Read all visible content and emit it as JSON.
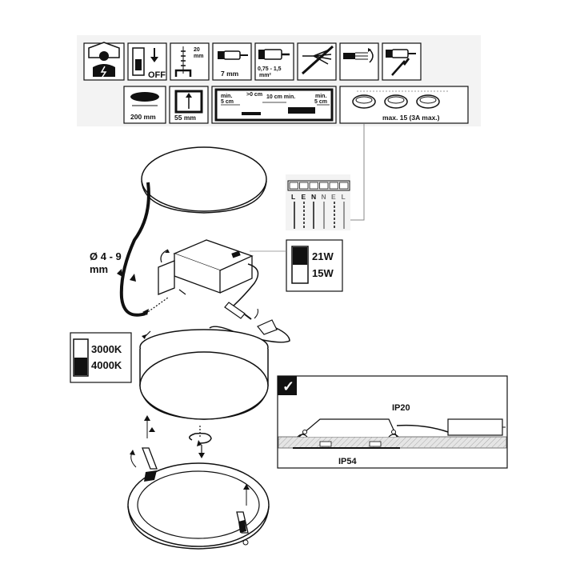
{
  "icons_row1": {
    "off_label": "OFF",
    "depth_label": "20\nmm",
    "strip_label": "7 mm",
    "section_label": "0,75 - 1,5\nmm²"
  },
  "icons_row2": {
    "cutout_label": "200 mm",
    "depth_label": "55 mm",
    "spacing": {
      "min_left": "min.\n5 cm",
      "gap_top": ">0 cm",
      "between": "10 cm min.",
      "min_right": "min.\n5 cm"
    },
    "max_label": "max. 15 (3A max.)"
  },
  "terminal": {
    "letters": [
      "L",
      "E",
      "N",
      "N",
      "E",
      "L"
    ]
  },
  "cable_label": "Ø 4 - 9\nmm",
  "power_switch": {
    "top": "21W",
    "bottom": "15W"
  },
  "cct_switch": {
    "top": "3000K",
    "bottom": "4000K"
  },
  "install_panel": {
    "check": "✓",
    "upper_rating": "IP20",
    "lower_rating": "IP54"
  },
  "colors": {
    "ink": "#111111",
    "panel": "#e5e5e5",
    "line": "#999999"
  }
}
